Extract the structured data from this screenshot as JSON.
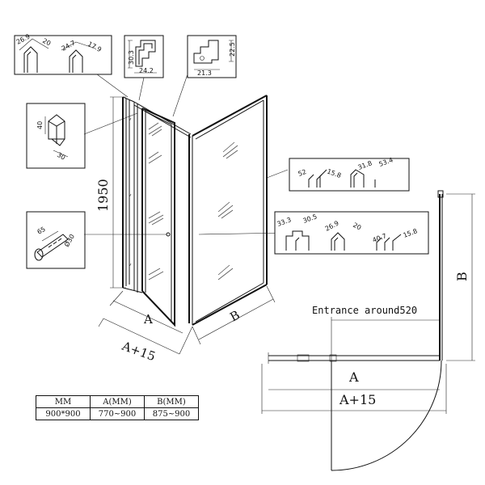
{
  "profile_details": {
    "hinge_profile": {
      "dim_a": "26.9",
      "dim_b": "20",
      "dim_c": "24.7",
      "dim_d": "17.9"
    },
    "wall_profile_1": {
      "height": "30.3",
      "width": "24.2"
    },
    "wall_profile_2": {
      "width": "21.3",
      "height": "22.5"
    },
    "handle": {
      "height": "40",
      "width": "30"
    },
    "knob": {
      "length": "65",
      "diameter": "Ø30"
    },
    "top_right_profiles": {
      "d1": "52",
      "d2": "15.8",
      "d3": "31.8",
      "d4": "53.4"
    },
    "bottom_right_profiles": {
      "d1": "33.3",
      "d2": "30.5",
      "d3": "26.9",
      "d4": "20",
      "d5": "40.7",
      "d6": "15.8"
    }
  },
  "enclosure_view": {
    "height_label": "1950",
    "width_label_a": "A",
    "width_label_a15": "A+15",
    "side_label_b": "B"
  },
  "plan_view": {
    "entrance_label": "Entrance around520",
    "label_a": "A",
    "label_a15": "A+15",
    "label_b": "B"
  },
  "spec_table": {
    "headers": [
      "MM",
      "A(MM)",
      "B(MM)"
    ],
    "rows": [
      [
        "900*900",
        "770~900",
        "875~900"
      ]
    ]
  }
}
